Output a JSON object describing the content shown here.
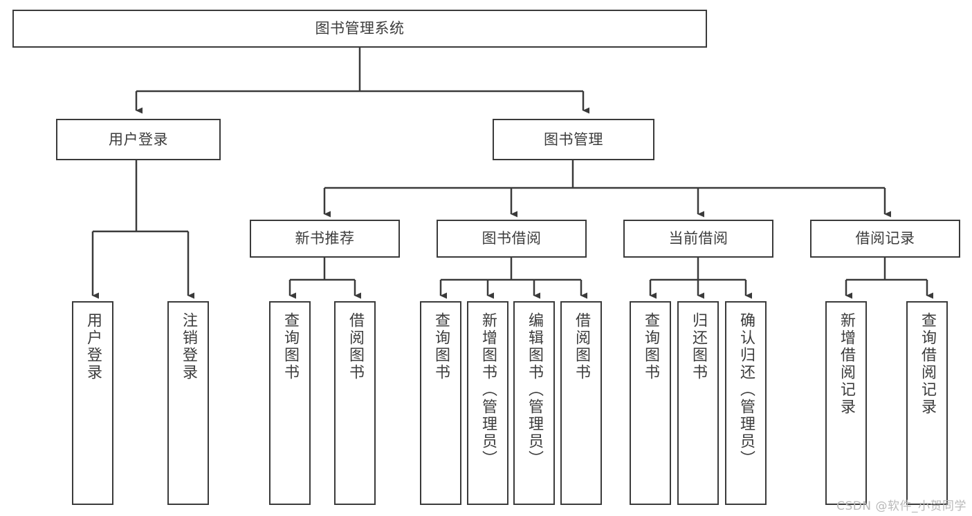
{
  "diagram": {
    "title": "图书管理系统",
    "type": "functional-structure-tree",
    "background_color": "#ffffff",
    "line_color": "#3a3a3a",
    "text_color": "#3c3c3c",
    "box_fill": "#ffffff"
  },
  "watermark": {
    "text": "CSDN @软件_小贺同学",
    "color": "#b9b9b9"
  },
  "nodes": {
    "root": {
      "label": "图书管理系统"
    },
    "level2": [
      {
        "label": "用户登录"
      },
      {
        "label": "图书管理"
      }
    ],
    "level3": [
      {
        "label": "新书推荐"
      },
      {
        "label": "图书借阅"
      },
      {
        "label": "当前借阅"
      },
      {
        "label": "借阅记录"
      }
    ],
    "leaves_user_login": [
      {
        "label": "用户登录"
      },
      {
        "label": "注销登录"
      }
    ],
    "leaves_new_book": [
      {
        "label": "查询图书"
      },
      {
        "label": "借阅图书"
      }
    ],
    "leaves_borrow": [
      {
        "label": "查询图书"
      },
      {
        "label": "新增图书（管理员）"
      },
      {
        "label": "编辑图书（管理员）"
      },
      {
        "label": "借阅图书"
      }
    ],
    "leaves_current": [
      {
        "label": "查询图书"
      },
      {
        "label": "归还图书"
      },
      {
        "label": "确认归还（管理员）"
      }
    ],
    "leaves_records": [
      {
        "label": "新增借阅记录"
      },
      {
        "label": "查询借阅记录"
      }
    ]
  }
}
